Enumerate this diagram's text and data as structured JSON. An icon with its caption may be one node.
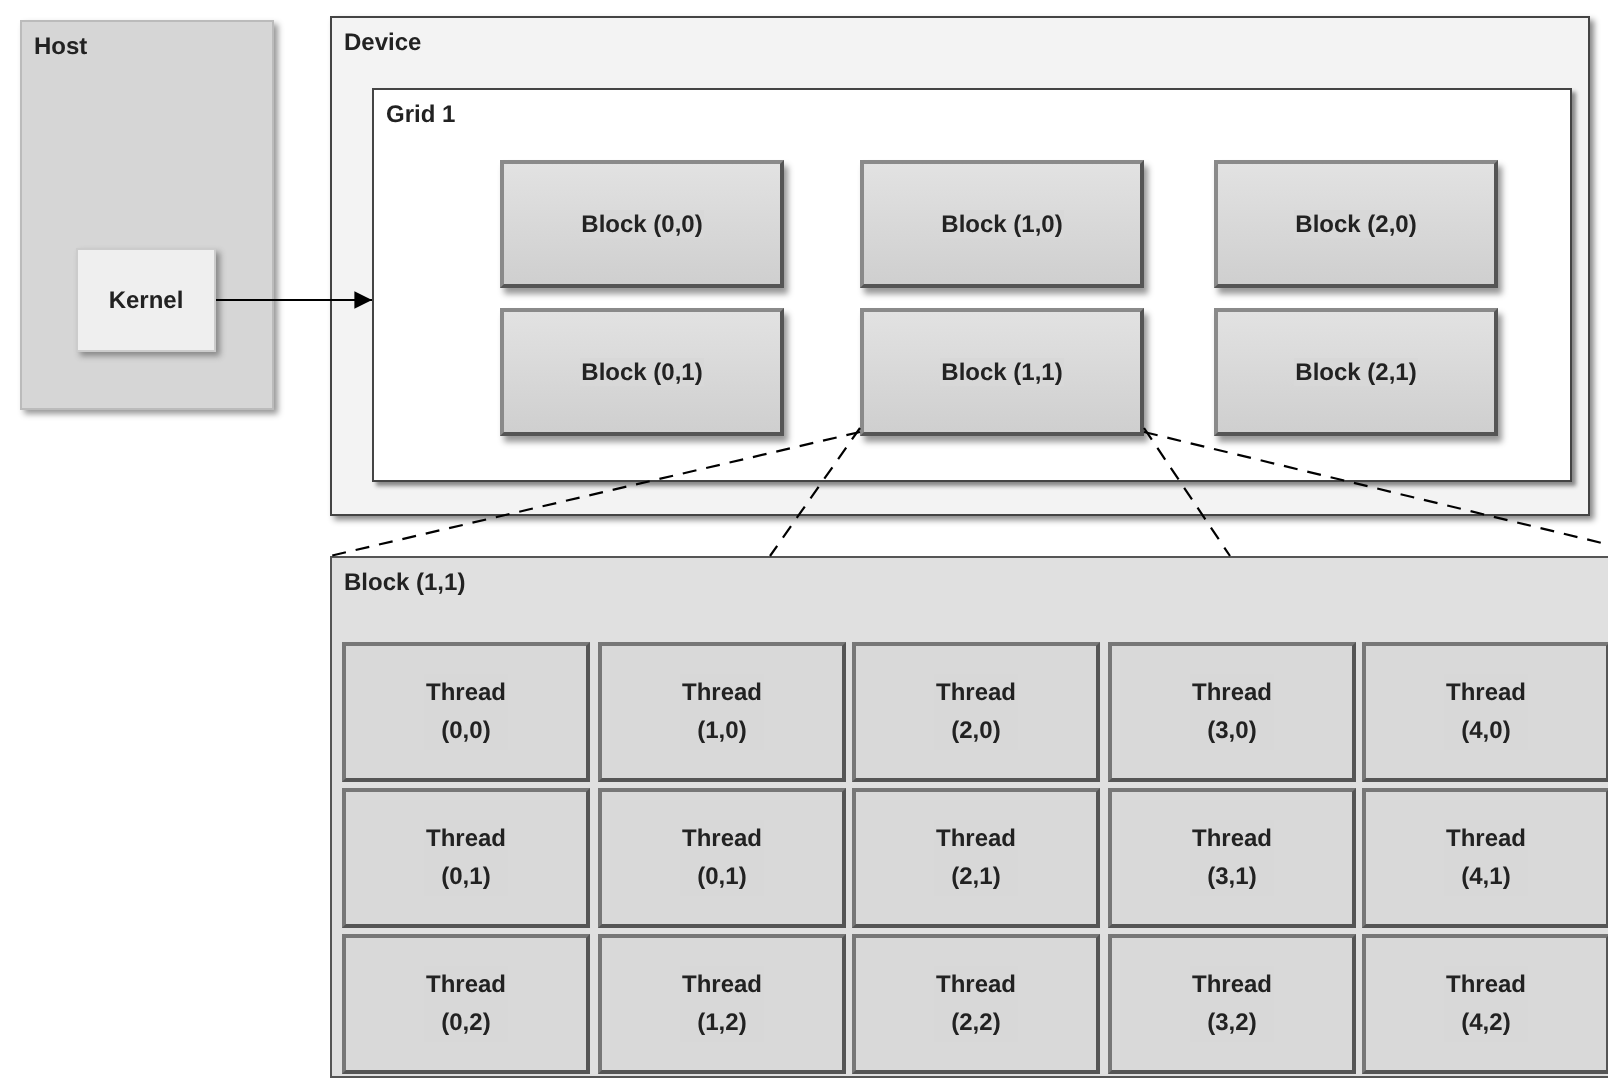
{
  "diagram": {
    "nodes": [
      {
        "text": [
          "Host"
        ]
      },
      {
        "text": [
          "Kernel"
        ],
        "in": 0
      },
      {
        "text": [
          "Device"
        ]
      },
      {
        "text": [
          "Grid 1"
        ],
        "in": 2
      },
      {
        "text": [
          "Block (0,0)"
        ],
        "in": 3
      },
      {
        "text": [
          "Block (1,0)"
        ],
        "in": 3
      },
      {
        "text": [
          "Block (2,0)"
        ],
        "in": 3
      },
      {
        "text": [
          "Block (0,1)"
        ],
        "in": 3
      },
      {
        "text": [
          "Block (1,1)"
        ],
        "in": 3
      },
      {
        "text": [
          "Block (2,1)"
        ],
        "in": 3
      },
      {
        "text": [
          "Block (1,1)"
        ]
      },
      {
        "text": [
          "Thread (0,0)"
        ],
        "in": 10
      },
      {
        "text": [
          "Thread (1,0)"
        ],
        "in": 10
      },
      {
        "text": [
          "Thread (2,0)"
        ],
        "in": 10
      },
      {
        "text": [
          "Thread (3,0)"
        ],
        "in": 10
      },
      {
        "text": [
          "Thread (4,0)"
        ],
        "in": 10
      },
      {
        "text": [
          "Thread (0,1)"
        ],
        "in": 10
      },
      {
        "text": [
          "Thread (0,1)"
        ],
        "in": 10
      },
      {
        "text": [
          "Thread (2,1)"
        ],
        "in": 10
      },
      {
        "text": [
          "Thread (3,1)"
        ],
        "in": 10
      },
      {
        "text": [
          "Thread (4,1)"
        ],
        "in": 10
      },
      {
        "text": [
          "Thread (0,2)"
        ],
        "in": 10
      },
      {
        "text": [
          "Thread (1,2)"
        ],
        "in": 10
      },
      {
        "text": [
          "Thread (2,2)"
        ],
        "in": 10
      },
      {
        "text": [
          "Thread (3,2)"
        ],
        "in": 10
      },
      {
        "text": [
          "Thread (4,2)"
        ],
        "in": 10
      }
    ],
    "edges": [
      {
        "from": 1,
        "to": 3,
        "arrow": "to"
      },
      {
        "from": 8,
        "to": 10,
        "arrow": "none",
        "style": "dashed"
      },
      {
        "from": 8,
        "to": 10,
        "arrow": "none",
        "style": "dashed"
      },
      {
        "from": 8,
        "to": 10,
        "arrow": "none",
        "style": "dashed"
      },
      {
        "from": 8,
        "to": 10,
        "arrow": "none",
        "style": "dashed"
      }
    ]
  }
}
